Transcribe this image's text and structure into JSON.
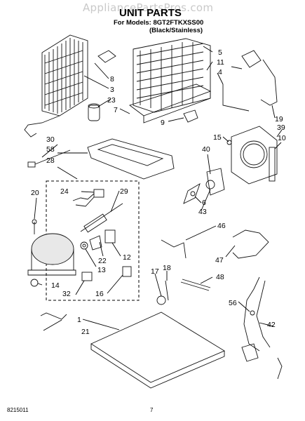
{
  "watermark": "AppliancePartsPros.com",
  "header": {
    "title": "UNIT PARTS",
    "models_line": "For Models: 8GT2FTKXSS00",
    "finish_line": "(Black/Stainless)"
  },
  "footer": {
    "doc_number": "8215011",
    "page_number": "7"
  },
  "callouts": {
    "c1": "1",
    "c3": "3",
    "c4": "4",
    "c5": "5",
    "c6": "6",
    "c7": "7",
    "c8": "8",
    "c9": "9",
    "c10": "10",
    "c11": "11",
    "c12": "12",
    "c13": "13",
    "c14": "14",
    "c15": "15",
    "c16": "16",
    "c17": "17",
    "c18": "18",
    "c19": "19",
    "c20": "20",
    "c21": "21",
    "c22": "22",
    "c23": "23",
    "c24": "24",
    "c28": "28",
    "c29": "29",
    "c30": "30",
    "c32": "32",
    "c39": "39",
    "c40": "40",
    "c42": "42",
    "c43": "43",
    "c46": "46",
    "c47": "47",
    "c48": "48",
    "c56": "56",
    "c58": "58"
  }
}
